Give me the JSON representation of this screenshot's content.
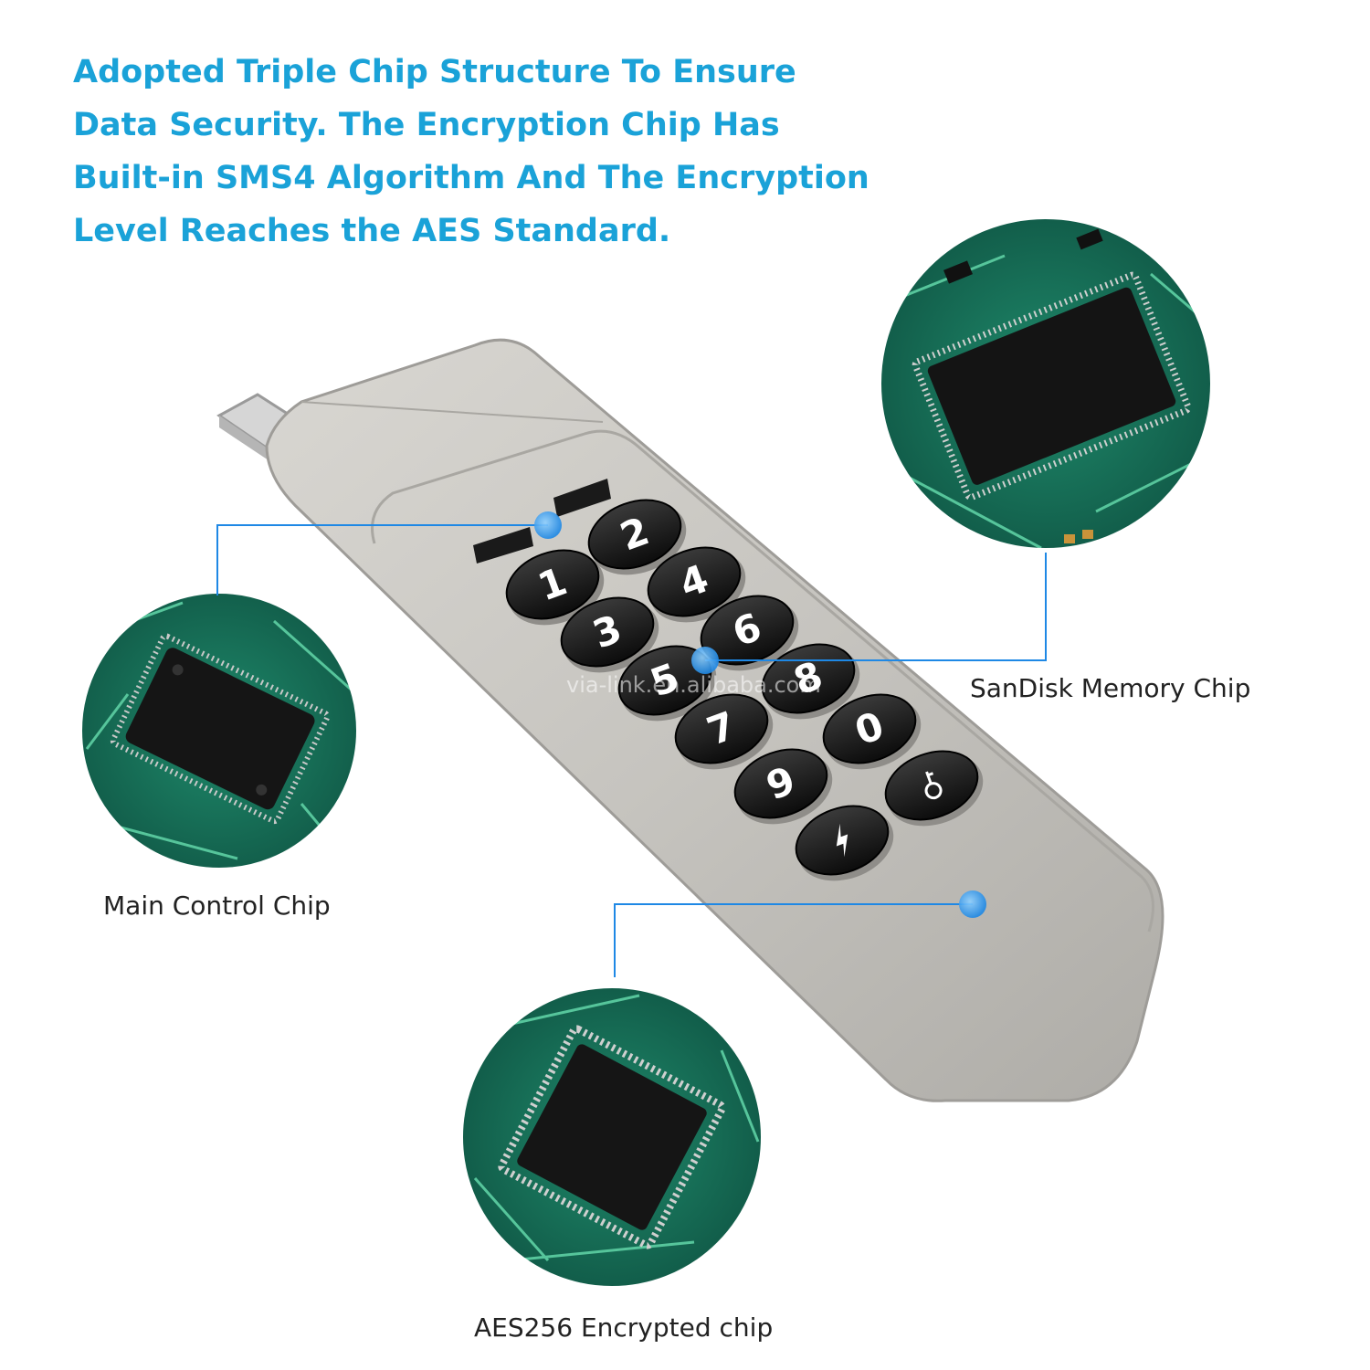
{
  "headline": {
    "lines": [
      "Adopted Triple Chip Structure To Ensure",
      "Data Security. The Encryption Chip Has",
      "Built-in SMS4 Algorithm And The Encryption",
      "Level Reaches the AES Standard."
    ]
  },
  "callouts": {
    "main_control": "Main Control Chip",
    "memory": "SanDisk Memory Chip",
    "encrypted": "AES256 Encrypted chip"
  },
  "keypad": {
    "keys": [
      "2",
      "1",
      "4",
      "3",
      "6",
      "5",
      "8",
      "7",
      "0",
      "9"
    ],
    "lock_icon": "key-icon",
    "power_icon": "lightning-icon"
  },
  "watermark": "via-link.en.alibaba.com",
  "colors": {
    "headline": "#1aa2d8",
    "callout_line": "#1e88e5",
    "pcb": "#1d7a62",
    "device_body": "#c9c7c2",
    "key": "#1c1c1c"
  }
}
